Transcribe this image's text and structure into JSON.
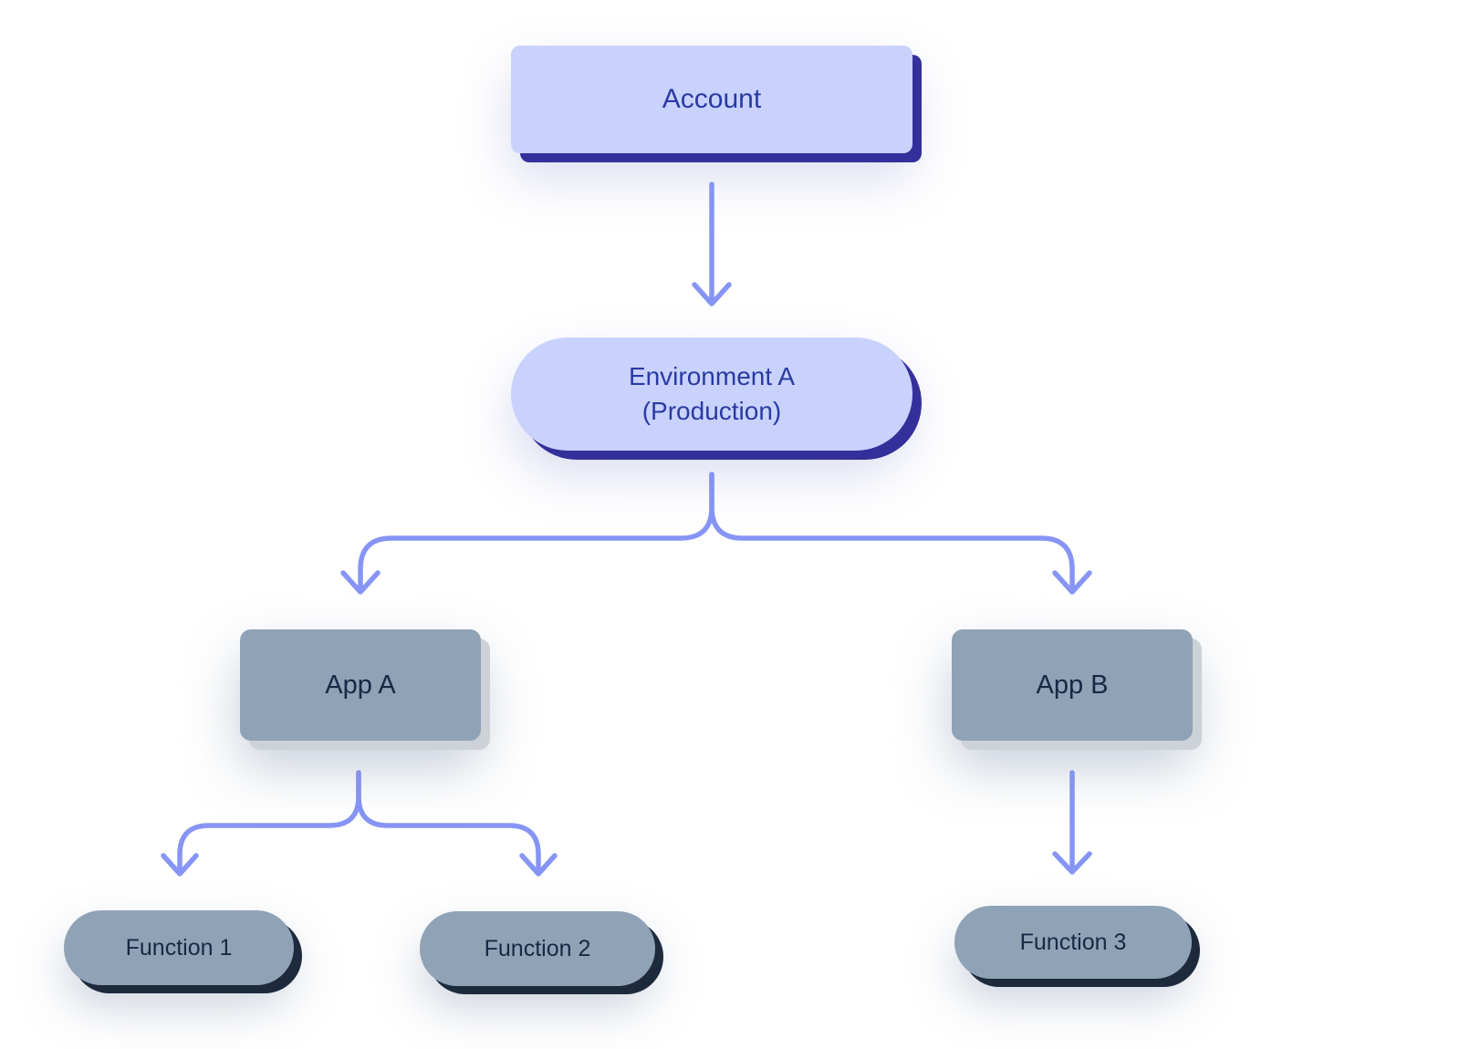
{
  "diagram": {
    "type": "hierarchy-flowchart",
    "nodes": {
      "account": {
        "label": "Account"
      },
      "environment": {
        "label_line1": "Environment A",
        "label_line2": "(Production)"
      },
      "app_a": {
        "label": "App A"
      },
      "app_b": {
        "label": "App B"
      },
      "function_1": {
        "label": "Function 1"
      },
      "function_2": {
        "label": "Function 2"
      },
      "function_3": {
        "label": "Function 3"
      }
    },
    "edges": [
      {
        "from": "account",
        "to": "environment"
      },
      {
        "from": "environment",
        "to": "app_a"
      },
      {
        "from": "environment",
        "to": "app_b"
      },
      {
        "from": "app_a",
        "to": "function_1"
      },
      {
        "from": "app_a",
        "to": "function_2"
      },
      {
        "from": "app_b",
        "to": "function_3"
      }
    ],
    "colors": {
      "light_node_fill": "#c8d2fc",
      "light_node_text": "#2a3aa2",
      "light_node_shadow": "#34309b",
      "gray_node_fill": "#8fa2b6",
      "gray_node_text": "#182844",
      "app_node_shadow": "#cdd2d8",
      "function_node_shadow": "#1c2a3c",
      "arrow": "#8695f5",
      "background": "#ffffff"
    }
  }
}
